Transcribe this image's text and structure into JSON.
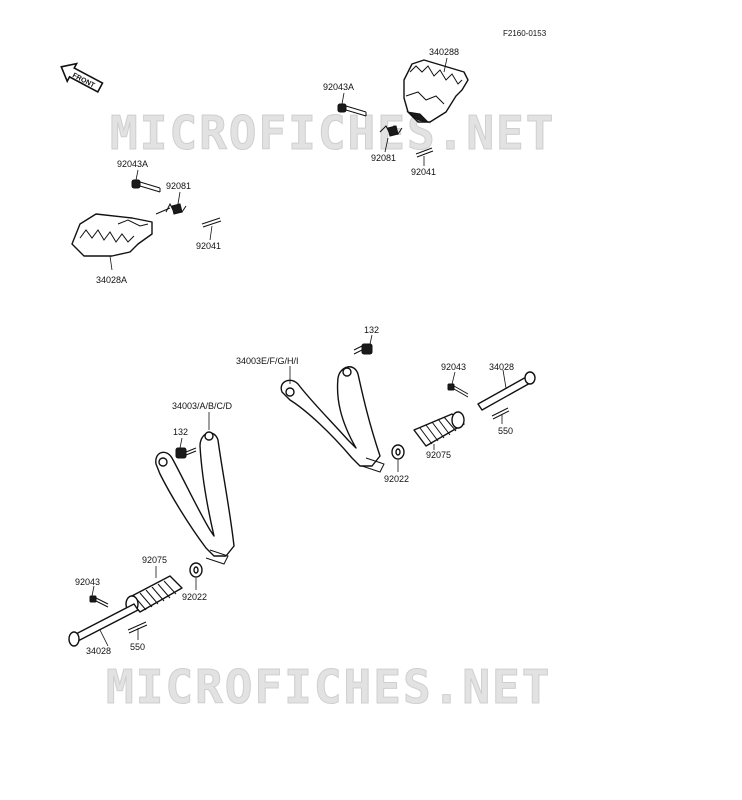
{
  "diagram_code": "F2160-0153",
  "direction_badge": "FRONT",
  "watermarks": [
    "MICROFICHES.NET",
    "MICROFICHES.NET"
  ],
  "labels": {
    "p340288": "340288",
    "p92043a_top": "92043A",
    "p92081_top": "92081",
    "p92041_top": "92041",
    "p92043a_left": "92043A",
    "p92081_left": "92081",
    "p92041_left": "92041",
    "p34028a": "34028A",
    "p132_upper": "132",
    "p34003efghi": "34003E/F/G/H/I",
    "p92043_right": "92043",
    "p34028_right": "34028",
    "p550_right": "550",
    "p92075_right": "92075",
    "p92022_right": "92022",
    "p34003abcd": "34003/A/B/C/D",
    "p132_lower": "132",
    "p92075_left": "92075",
    "p92022_left": "92022",
    "p92043_left": "92043",
    "p34028_left": "34028",
    "p550_left": "550"
  }
}
